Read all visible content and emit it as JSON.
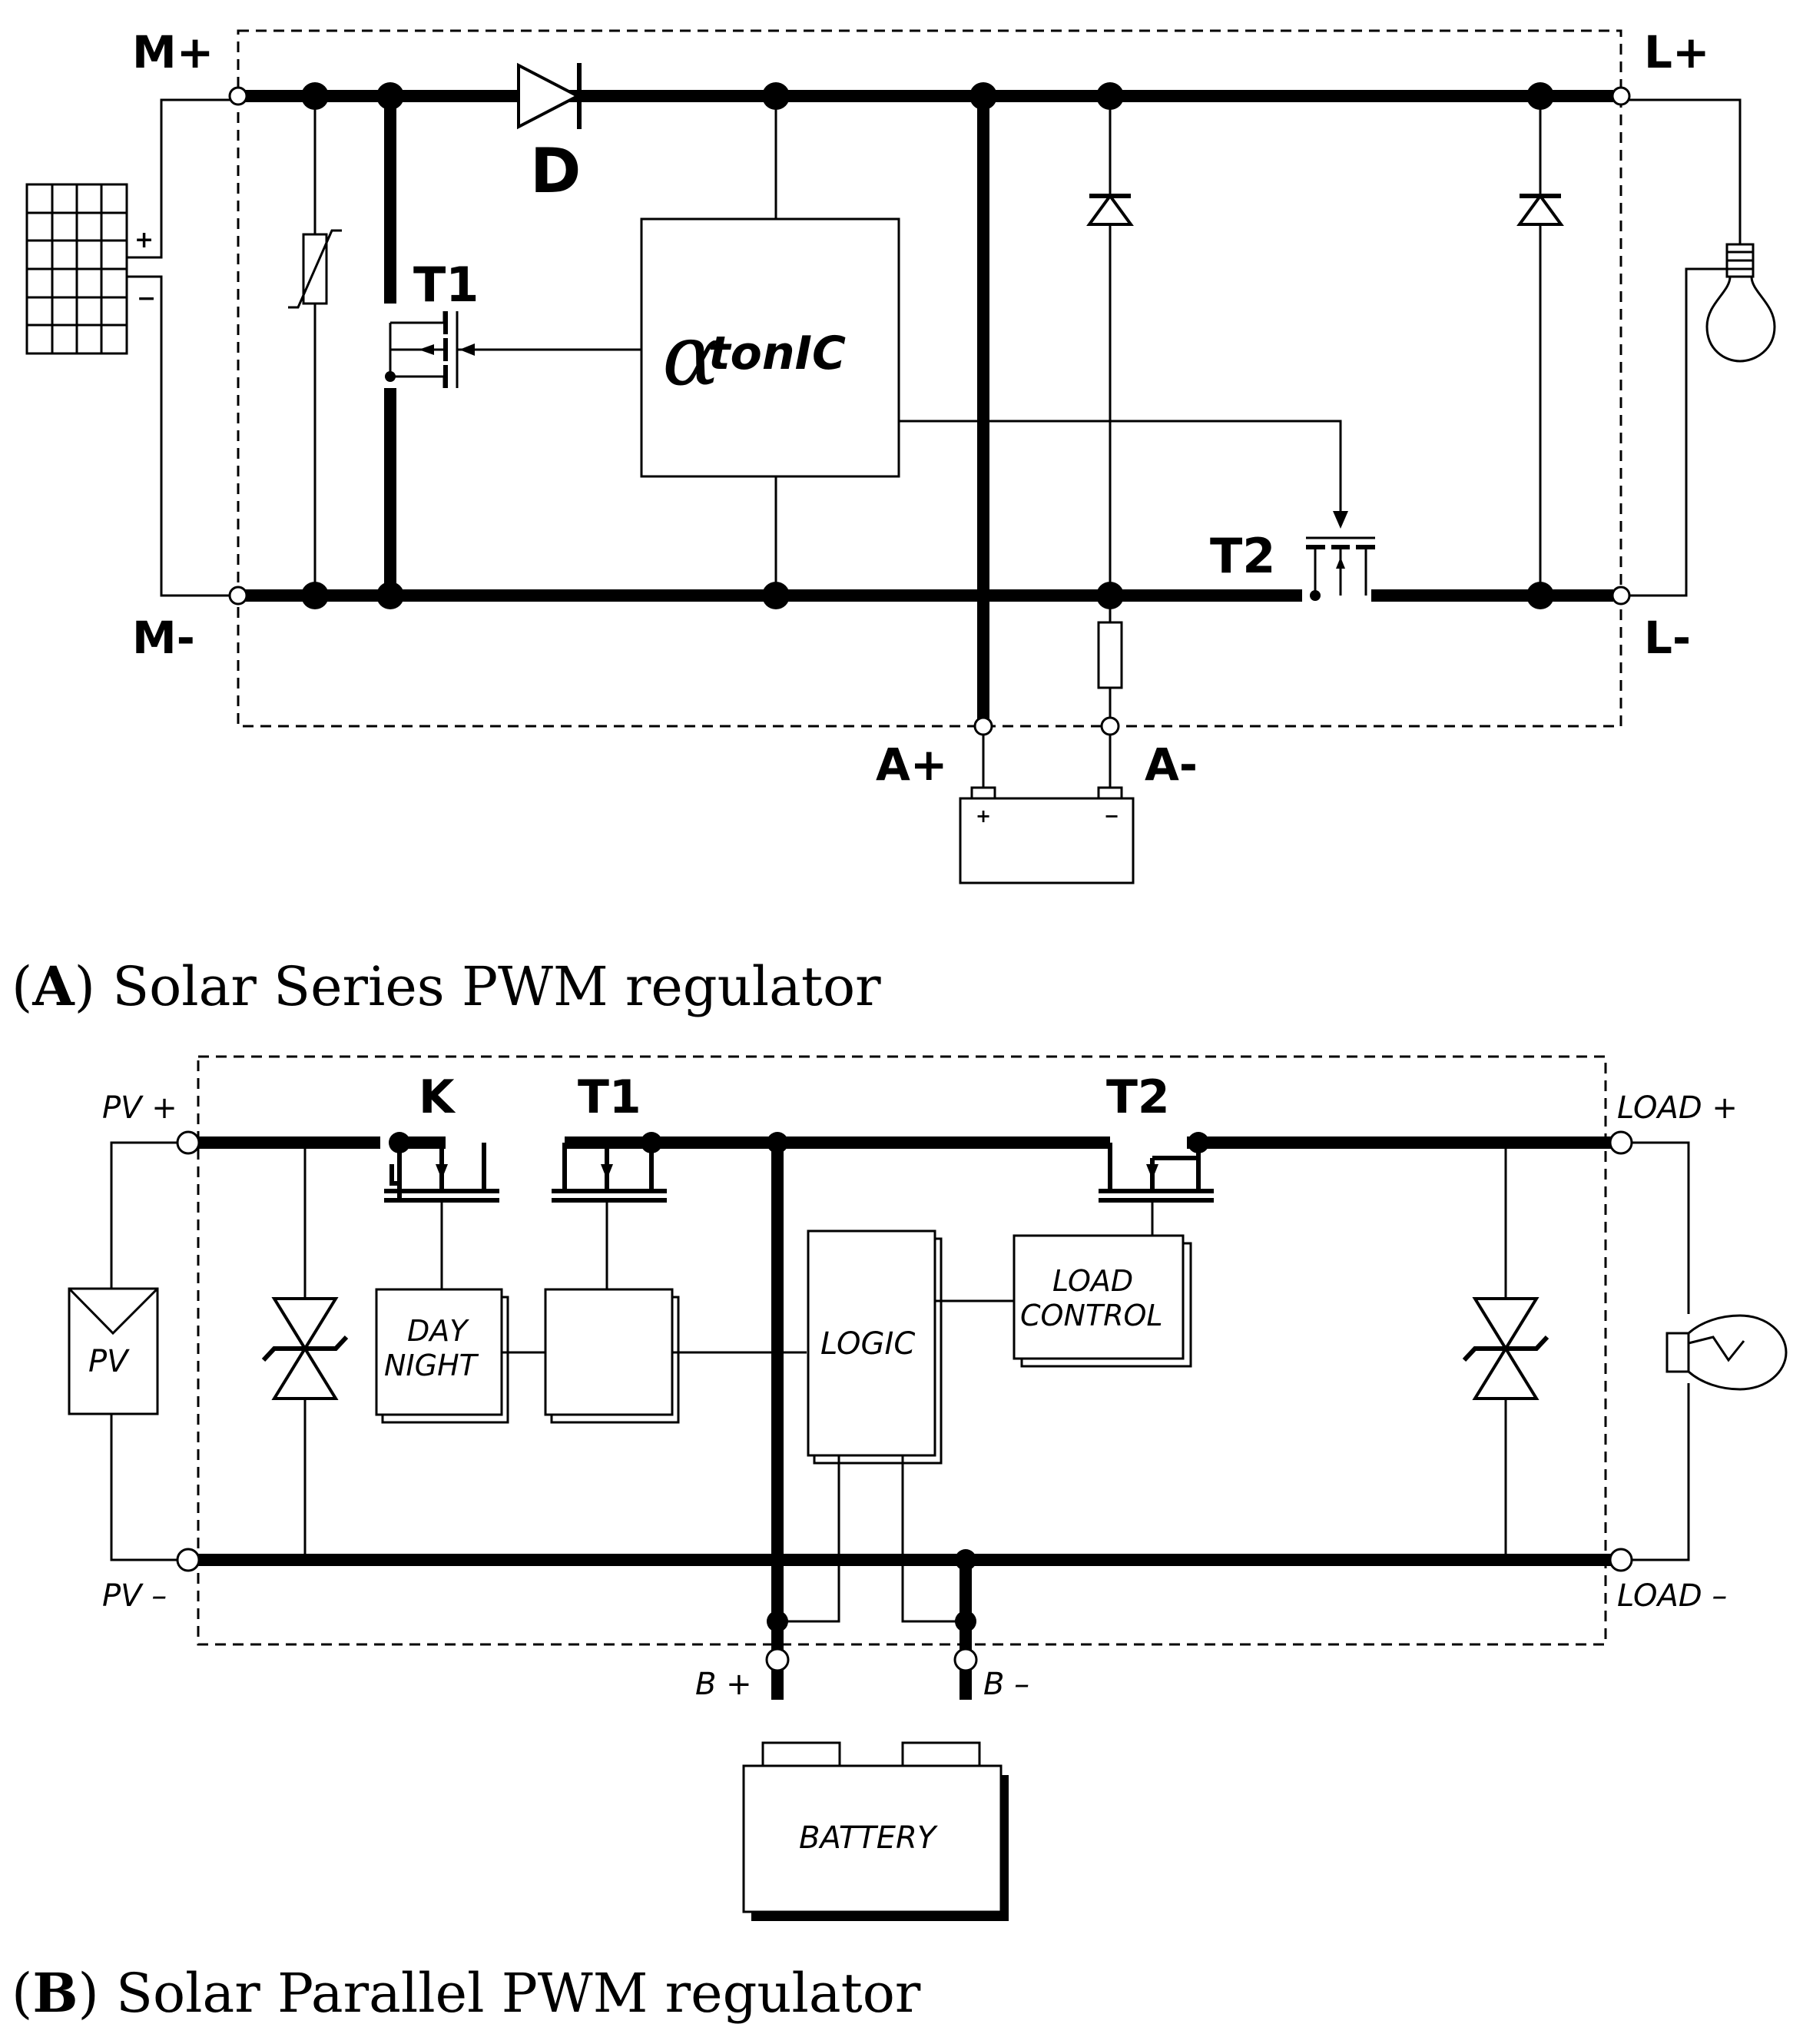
{
  "diagram_a": {
    "terminals": {
      "m_plus": "M+",
      "m_minus": "M-",
      "l_plus": "L+",
      "l_minus": "L-",
      "a_plus": "A+",
      "a_minus": "A-"
    },
    "components": {
      "diode": "D",
      "t1": "T1",
      "t2": "T2",
      "logo": "tonIC"
    },
    "panel_signs": {
      "plus": "+",
      "minus": "−"
    },
    "battery_signs": {
      "plus": "+",
      "minus": "−"
    },
    "caption_letter": "A",
    "caption_text": " Solar Series PWM regulator"
  },
  "diagram_b": {
    "terminals": {
      "pv_plus": "PV +",
      "pv_minus": "PV –",
      "load_plus": "LOAD +",
      "load_minus": "LOAD –",
      "b_plus": "B +",
      "b_minus": "B –"
    },
    "components": {
      "k": "K",
      "t1": "T1",
      "t2": "T2",
      "pv": "PV"
    },
    "blocks": {
      "day": "DAY",
      "night": "NIGHT",
      "logic": "LOGIC",
      "load_control_1": "LOAD",
      "load_control_2": "CONTROL",
      "battery": "BATTERY"
    },
    "caption_letter": "B",
    "caption_text": " Solar Parallel PWM regulator"
  }
}
